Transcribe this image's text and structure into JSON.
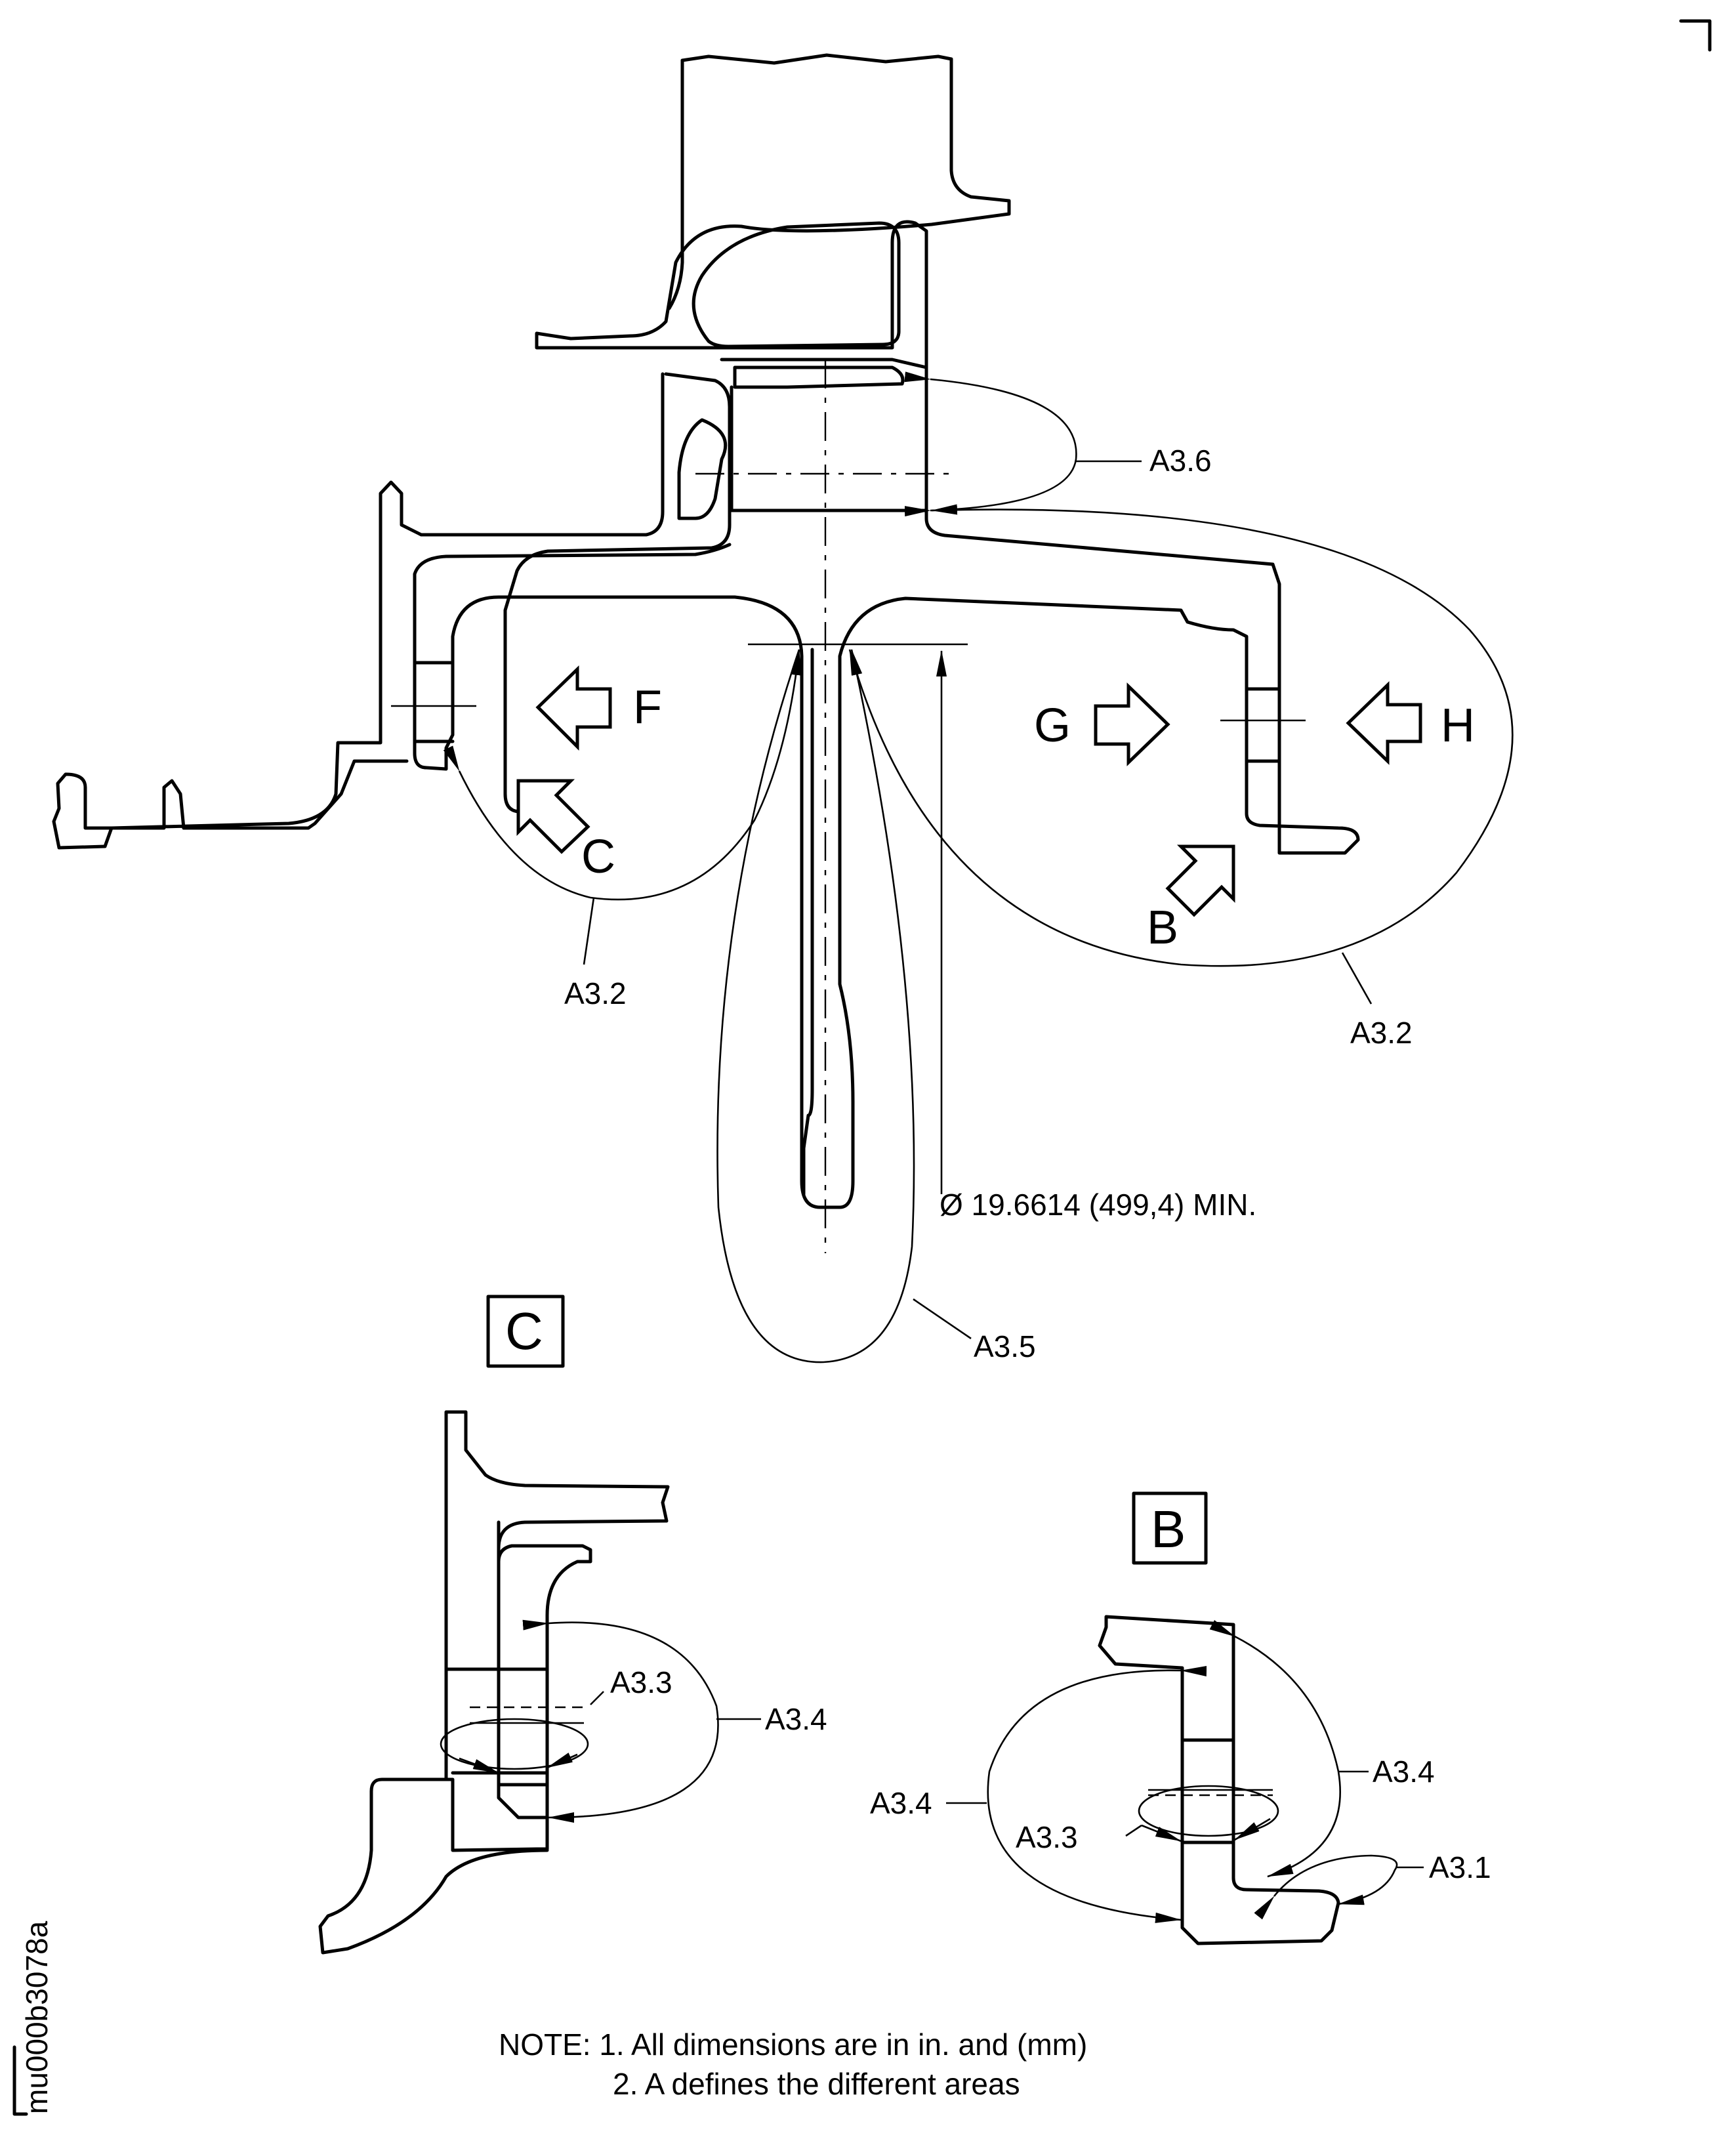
{
  "drawing_id": "mu000b3078a",
  "main_view": {
    "labels": {
      "a3_6": "A3.6",
      "a3_2_left": "A3.2",
      "a3_2_right": "A3.2",
      "a3_5": "A3.5",
      "diameter": "Ø 19.6614 (499,4) MIN."
    },
    "view_arrows": {
      "f": "F",
      "g": "G",
      "h": "H",
      "c": "C",
      "b": "B"
    }
  },
  "detail_c": {
    "title": "C",
    "labels": {
      "a3_3": "A3.3",
      "a3_4": "A3.4"
    }
  },
  "detail_b": {
    "title": "B",
    "labels": {
      "a3_4_right": "A3.4",
      "a3_4_left": "A3.4",
      "a3_3": "A3.3",
      "a3_1": "A3.1"
    }
  },
  "notes": {
    "line1": "NOTE: 1. All dimensions are in in. and (mm)",
    "line2": "2. A defines the different areas"
  }
}
